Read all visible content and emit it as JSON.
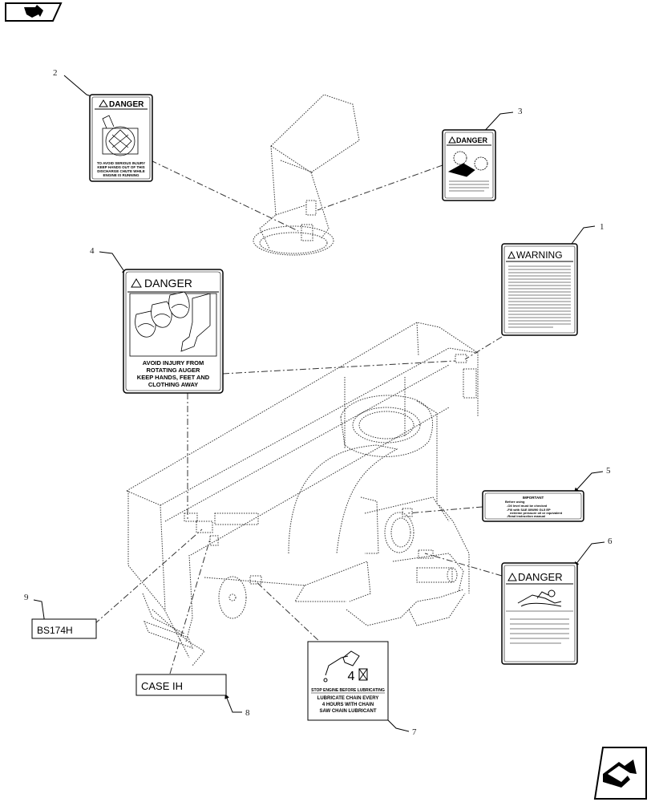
{
  "nav": {
    "prev_icon": "arrow-right-icon",
    "next_icon": "arrow-next-page-icon"
  },
  "callouts": [
    "2",
    "3",
    "1",
    "4",
    "5",
    "6",
    "9",
    "8",
    "7"
  ],
  "decals": {
    "d2": {
      "header": "DANGER",
      "text": [
        "TO AVOID SERIOUS INJURY",
        "KEEP HANDS OUT OF THIS",
        "DISCHARGE CHUTE WHILE",
        "ENGINE IS RUNNING"
      ]
    },
    "d3": {
      "header": "DANGER"
    },
    "d1": {
      "header": "WARNING"
    },
    "d4": {
      "header": "DANGER",
      "text": [
        "AVOID INJURY FROM",
        "ROTATING AUGER",
        "KEEP HANDS, FEET AND",
        "CLOTHING AWAY"
      ]
    },
    "d5": {
      "header": "IMPORTANT",
      "text": [
        "Before using",
        "-Oil level must be checked",
        "-Fill with SAE 80W90 GL5 EP",
        "extreme pressure oil or equivalent",
        "-Read instruction manual"
      ]
    },
    "d6": {
      "header": "DANGER"
    },
    "d7": {
      "big": "4",
      "text": [
        "STOP ENGINE BEFORE LUBRICATING",
        "LUBRICATE CHAIN EVERY",
        "4 HOURS WITH CHAIN",
        "SAW CHAIN LUBRICANT"
      ]
    },
    "d8": {
      "label": "CASE IH"
    },
    "d9": {
      "label": "BS174H"
    }
  }
}
